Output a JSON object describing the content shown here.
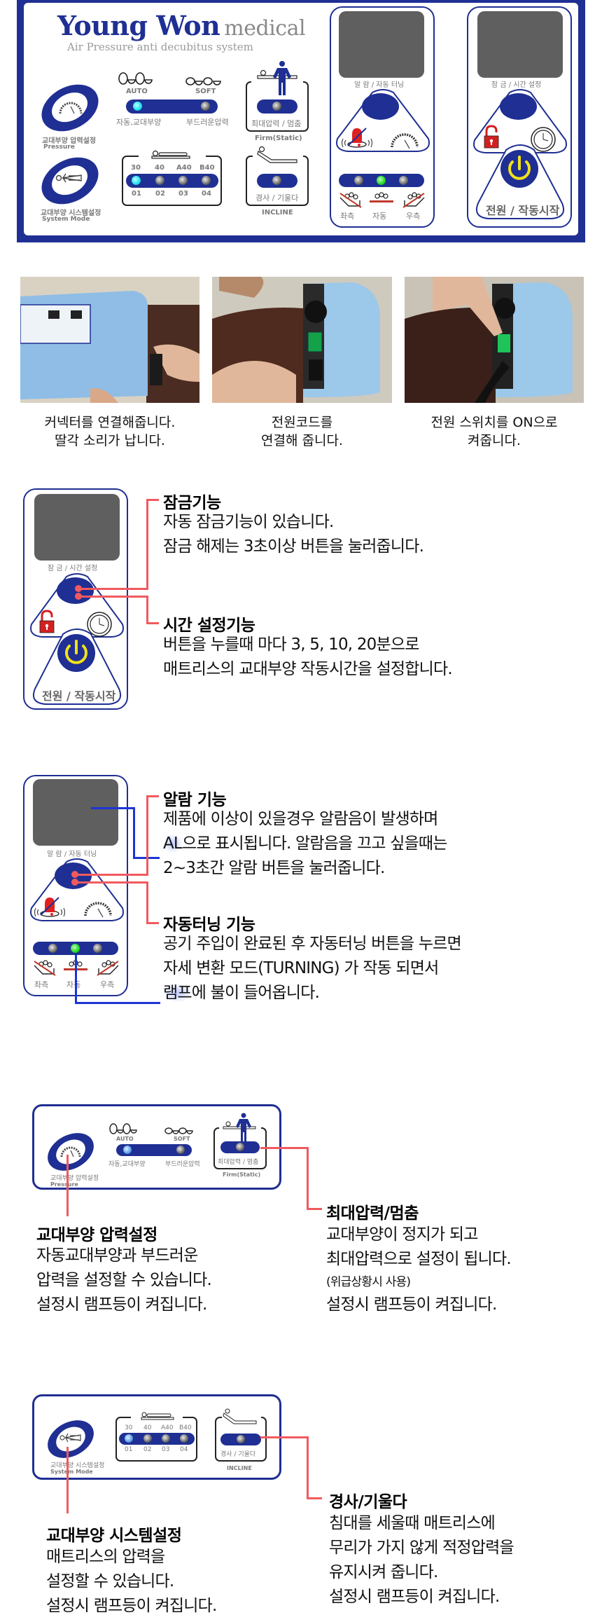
{
  "header_panel": {
    "brand_name": "Young Won",
    "brand_suffix": "medical",
    "tagline": "Air Pressure anti decubitus system",
    "pressure_button": {
      "label_ko": "교대부양 압력설정",
      "label_en": "Pressure",
      "icon": "pressure-gauge-icon"
    },
    "system_button": {
      "label_ko": "교대부양 시스템설정",
      "label_en": "System Mode",
      "icon": "patient-lying-icon"
    },
    "pressure_mode": {
      "modes": [
        {
          "label_en": "AUTO",
          "label_ko": "자동,교대부양",
          "state": "on"
        },
        {
          "label_en": "SOFT",
          "label_ko": "부드러운압력",
          "state": "off"
        }
      ]
    },
    "firm_static": {
      "label_ko": "최대압력 / 멈춤",
      "label_en": "Firm(Static)",
      "state": "off"
    },
    "system_levels": {
      "top_labels": [
        "30",
        "40",
        "A40",
        "B40"
      ],
      "bottom_labels": [
        "01",
        "02",
        "03",
        "04"
      ],
      "states": [
        "on",
        "off",
        "off",
        "off"
      ]
    },
    "incline": {
      "label_ko": "경사 / 기울다",
      "label_en": "INCLINE",
      "state": "off"
    },
    "alarm_panel": {
      "display_label": "알 람 / 자동 터닝",
      "turning_leds": [
        {
          "label": "좌측",
          "state": "off"
        },
        {
          "label": "자동",
          "state": "on"
        },
        {
          "label": "우측",
          "state": "off"
        }
      ]
    },
    "lock_panel": {
      "display_label": "잠 금 / 시간 설정",
      "power_label": "전원 / 작동시작"
    },
    "colors": {
      "brand_navy": "#1f2f93",
      "lcd_gray": "#5f5f5f",
      "led_cyan": "#1de0f0",
      "led_green": "#22d622",
      "power_yellow": "#f2e11a",
      "callout_red": "#f05a5f",
      "callout_blue": "#1c35d6"
    }
  },
  "setup_steps": [
    {
      "caption_line1": "커넥터를 연결해줍니다.",
      "caption_line2": "딸각 소리가 납니다."
    },
    {
      "caption_line1": "전원코드를",
      "caption_line2": "연결해 줍니다."
    },
    {
      "caption_line1": "전원 스위치를 ON으로",
      "caption_line2": "켜줍니다."
    }
  ],
  "lock_section": {
    "panel_display_label": "잠 금 / 시간 설정",
    "panel_power_label": "전원 / 작동시작",
    "lock_feature": {
      "title": "잠금기능",
      "lines": [
        "자동 잠금기능이 있습니다.",
        "잠금 해제는 3초이상 버튼을 눌러줍니다."
      ]
    },
    "time_feature": {
      "title": "시간 설정기능",
      "lines": [
        "버튼을 누를때 마다 3, 5, 10, 20분으로",
        "매트리스의 교대부양 작동시간을 설정합니다."
      ]
    }
  },
  "alarm_section": {
    "panel_display_label": "알 람 / 자동 터닝",
    "turning_labels": [
      "좌측",
      "자동",
      "우측"
    ],
    "alarm_feature": {
      "title": "알람 기능",
      "line1": "제품에 이상이 있을경우 알람음이 발생하며",
      "line2_highlight": "AL",
      "line2_rest": "으로 표시됩니다. 알람음을 끄고 싶을때는",
      "line3": "2~3초간 알람 버튼을 눌러줍니다."
    },
    "turning_feature": {
      "title": "자동터닝 기능",
      "line1": "공기 주입이 완료된 후 자동터닝 버튼을 누르면",
      "line2": "자세 변환 모드(TURNING) 가 작동 되면서",
      "line3_highlight": "램프",
      "line3_rest": "에 불이 들어옵니다."
    }
  },
  "pressure_section": {
    "panel": {
      "pressure_label_ko": "교대부양 압력설정",
      "pressure_label_en": "Pressure",
      "auto_label": "AUTO",
      "soft_label": "SOFT",
      "auto_ko": "자동,교대부양",
      "soft_ko": "부드러운압력",
      "firm_ko": "최대압력 / 멈춤",
      "firm_en": "Firm(Static)"
    },
    "pressure_feature": {
      "title": "교대부양 압력설정",
      "lines": [
        "자동교대부양과 부드러운",
        "압력을 설정할 수 있습니다.",
        "설정시 램프등이 켜집니다."
      ]
    },
    "firm_feature": {
      "title": "최대압력/멈춤",
      "line1": "교대부양이 정지가 되고",
      "line2": "최대압력으로 설정이 됩니다.",
      "note": "(위급상황시 사용)",
      "line4": "설정시 램프등이 켜집니다."
    }
  },
  "system_section": {
    "panel": {
      "system_label_ko": "교대부양 시스템설정",
      "system_label_en": "System Mode",
      "top_labels": [
        "30",
        "40",
        "A40",
        "B40"
      ],
      "bottom_labels": [
        "01",
        "02",
        "03",
        "04"
      ],
      "incline_ko": "경사 / 기울다",
      "incline_en": "INCLINE"
    },
    "system_feature": {
      "title": "교대부양 시스템설정",
      "lines": [
        "매트리스의 압력을",
        "설정할 수 있습니다.",
        "설정시 램프등이 켜집니다."
      ]
    },
    "incline_feature": {
      "title": "경사/기울다",
      "lines": [
        "침대를 세울때 매트리스에",
        "무리가 가지 않게 적정압력을",
        "유지시켜 줍니다.",
        "설정시 램프등이 켜집니다."
      ]
    }
  }
}
